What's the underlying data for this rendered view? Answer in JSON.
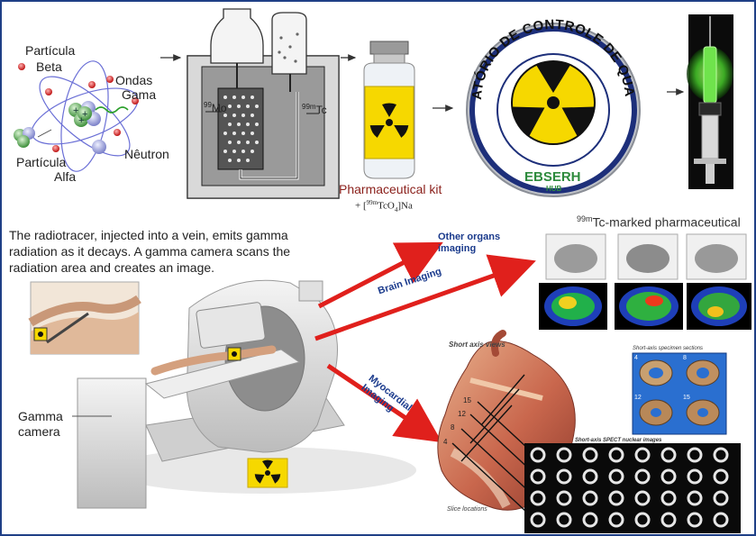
{
  "atom": {
    "particula_beta_1": "Partícula",
    "particula_beta_2": "Beta",
    "ondas_1": "Ondas",
    "ondas_2": "Gama",
    "neutron": "Nêutron",
    "particula_alfa_1": "Partícula",
    "particula_alfa_2": "Alfa"
  },
  "generator": {
    "mo_sup": "99",
    "mo": "Mo",
    "tc_sup": "99m",
    "tc": "Tc"
  },
  "kit": {
    "label": "Pharmaceutical kit",
    "formula_prefix": "+ [",
    "formula_sup": "99m",
    "formula_mid": "TcO",
    "formula_sub": "4",
    "formula_suffix": "]Na"
  },
  "lab": {
    "ring_text": "LABORATÓRIO DE CONTROLE DE QUALIDADE",
    "brand": "EBSERH",
    "brand_sub": "HUB"
  },
  "description": {
    "line1": "The radiotracer, injected into a vein, emits gamma",
    "line2": "radiation as it decays. A gamma camera scans the",
    "line3": "radiation area and creates an image."
  },
  "camera": {
    "label_1": "Gamma",
    "label_2": "camera"
  },
  "arrows": {
    "other_1": "Other organs",
    "other_2": "imaging",
    "brain": "Brain Imaging",
    "myo_1": "Myocardial",
    "myo_2": "Imaging"
  },
  "pharma": {
    "sup": "99m",
    "label": "Tc-marked pharmaceutical"
  },
  "heart": {
    "short_axis": "Short axis views",
    "slice_locations": "Slice locations",
    "slice_numbers": [
      "15",
      "12",
      "8",
      "4"
    ],
    "specimen_title": "Short-axis specimen sections",
    "specimen_numbers": [
      "4",
      "8",
      "12",
      "15"
    ],
    "spect_title": "Short-axis SPECT nuclear images"
  },
  "colors": {
    "border": "#1f3f86",
    "arrow_red": "#e0201c",
    "arrow_text": "#1a3a8c",
    "radiation_yellow": "#f5d800",
    "lab_ring": "#1d2f7a",
    "ebserh_green": "#2e8b3d"
  }
}
